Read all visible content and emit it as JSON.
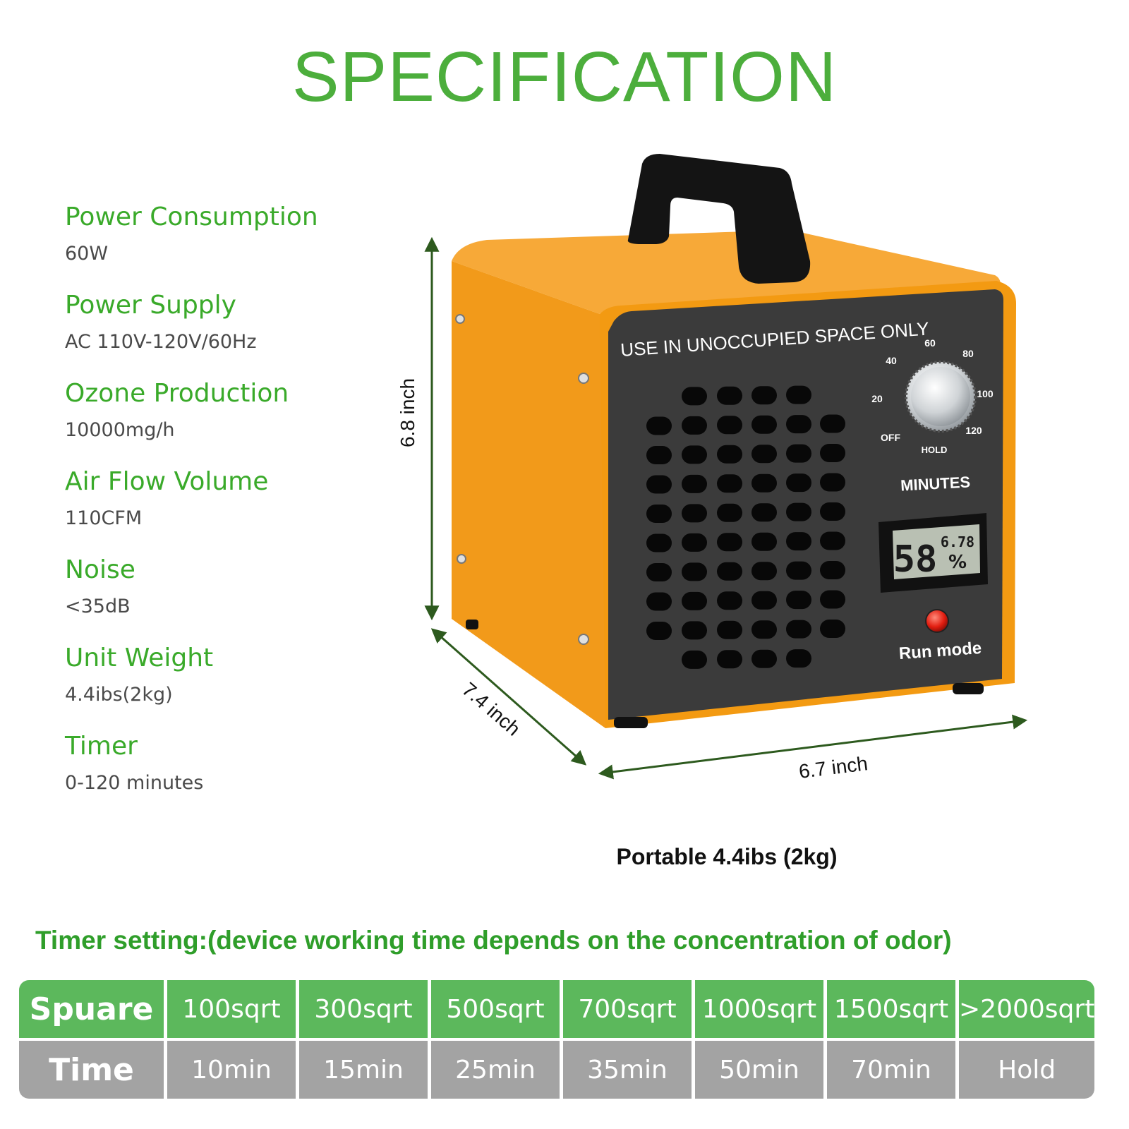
{
  "title": "SPECIFICATION",
  "specs": [
    {
      "label": "Power Consumption",
      "value": "60W"
    },
    {
      "label": "Power Supply",
      "value": "AC 110V-120V/60Hz"
    },
    {
      "label": "Ozone Production",
      "value": "10000mg/h"
    },
    {
      "label": "Air Flow Volume",
      "value": "110CFM"
    },
    {
      "label": "Noise",
      "value": "<35dB"
    },
    {
      "label": "Unit Weight",
      "value": "4.4ibs(2kg)"
    },
    {
      "label": "Timer",
      "value": "0-120 minutes"
    }
  ],
  "product": {
    "warning_text": "USE IN UNOCCUPIED SPACE ONLY",
    "dial_ticks": [
      "OFF",
      "20",
      "40",
      "60",
      "80",
      "100",
      "120",
      "HOLD"
    ],
    "minutes_label": "MINUTES",
    "display_big": "58",
    "display_small": "6.78",
    "display_percent": "%",
    "run_mode_label": "Run mode",
    "body_color": "#f29a1a",
    "panel_color": "#3b3b3b",
    "dim_height": "6.8 inch",
    "dim_depth": "7.4 inch",
    "dim_width": "6.7 inch",
    "dim_arrow_color": "#2d5a1e"
  },
  "portable_caption": "Portable 4.4ibs (2kg)",
  "timer_heading": "Timer setting:(device working time depends on the concentration of odor)",
  "timer_table": {
    "square_label": "Spuare",
    "time_label": "Time",
    "squares": [
      "100sqrt",
      "300sqrt",
      "500sqrt",
      "700sqrt",
      "1000sqrt",
      "1500sqrt",
      ">2000sqrt"
    ],
    "times": [
      "10min",
      "15min",
      "25min",
      "35min",
      "50min",
      "70min",
      "Hold"
    ]
  }
}
